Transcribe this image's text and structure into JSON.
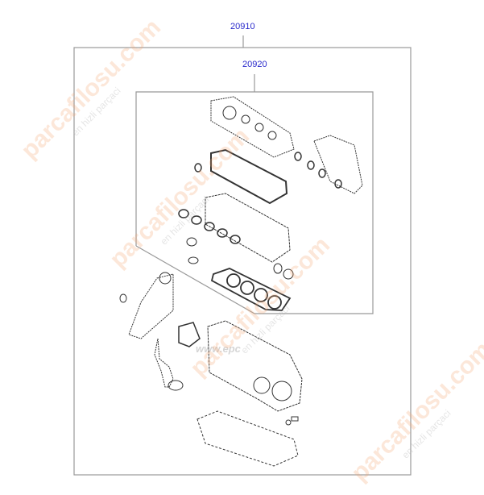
{
  "diagram": {
    "callouts": {
      "outer_kit": "20910",
      "inner_kit": "20920"
    },
    "watermark": {
      "brand": "parcafilosu.com",
      "slogan": "en hizli parçaci",
      "epc": "www.epc"
    }
  }
}
